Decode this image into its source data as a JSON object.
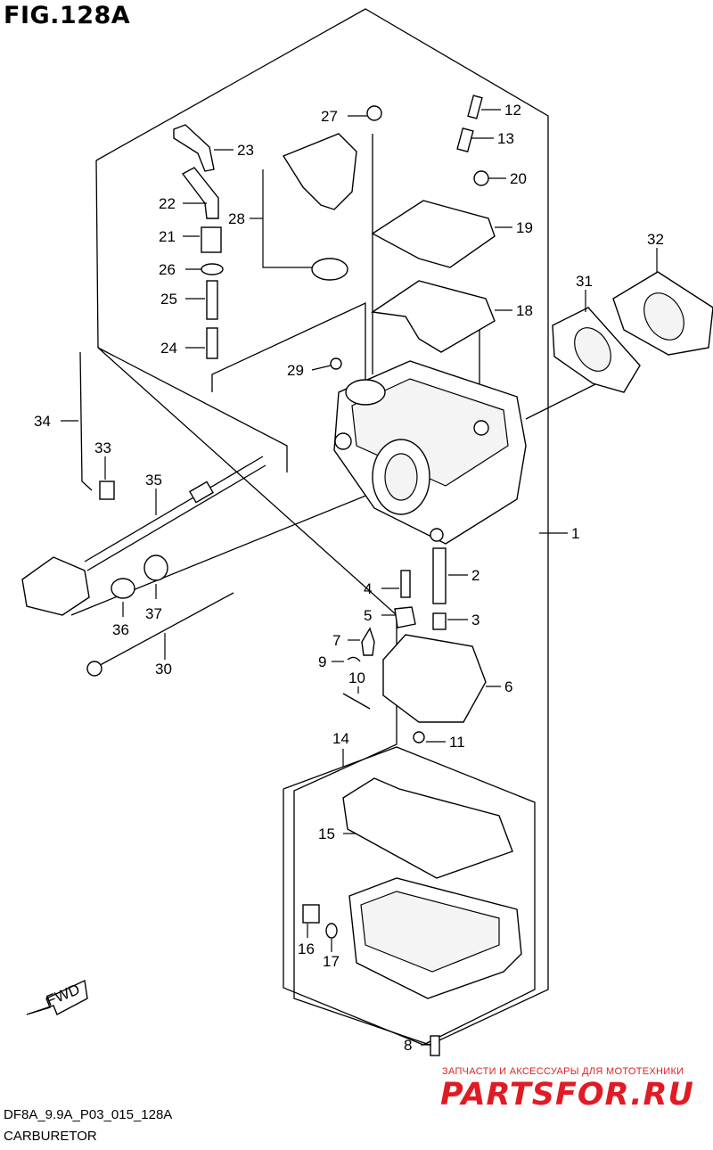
{
  "figure": {
    "title": "FIG.128A",
    "code": "DF8A_9.9A_P03_015_128A",
    "name": "CARBURETOR",
    "fwd_label": "FWD"
  },
  "watermark": {
    "tagline": "ЗАПЧАСТИ И АКСЕССУАРЫ ДЛЯ МОТОТЕХНИКИ",
    "logo": "PARTSFOR.RU"
  },
  "callouts": [
    "1",
    "2",
    "3",
    "4",
    "5",
    "6",
    "7",
    "8",
    "9",
    "10",
    "11",
    "12",
    "13",
    "14",
    "15",
    "16",
    "17",
    "18",
    "19",
    "20",
    "21",
    "22",
    "23",
    "24",
    "25",
    "26",
    "27",
    "28",
    "29",
    "30",
    "31",
    "32",
    "33",
    "34",
    "35",
    "36",
    "37"
  ]
}
